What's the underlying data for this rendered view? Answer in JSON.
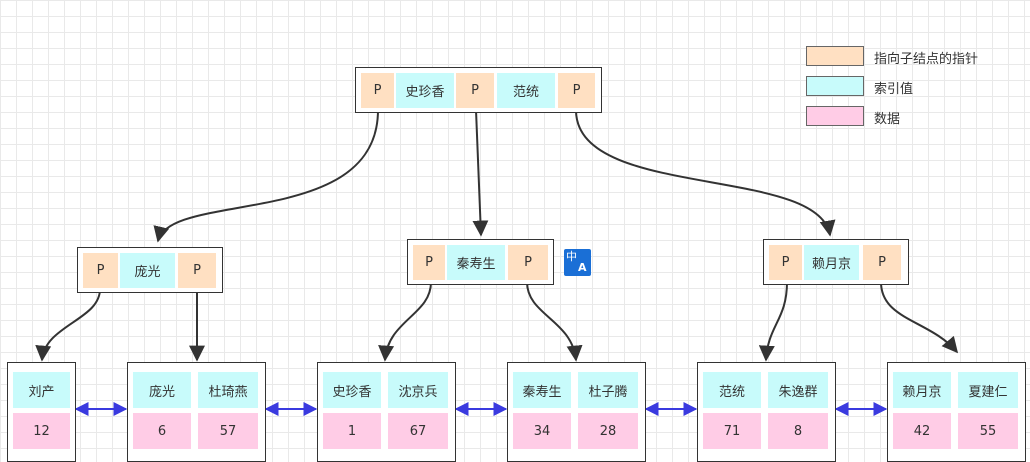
{
  "legend": {
    "pointer": {
      "label": "指向子结点的指针",
      "color": "#ffe0c2"
    },
    "index": {
      "label": "索引值",
      "color": "#c8fbfb"
    },
    "data": {
      "label": "数据",
      "color": "#ffcce6"
    }
  },
  "root": {
    "p1": "P",
    "k1": "史珍香",
    "p2": "P",
    "k2": "范统",
    "p3": "P"
  },
  "internal": [
    {
      "p1": "P",
      "key": "庞光",
      "p2": "P"
    },
    {
      "p1": "P",
      "key": "秦寿生",
      "p2": "P"
    },
    {
      "p1": "P",
      "key": "赖月京",
      "p2": "P"
    }
  ],
  "leaves": [
    {
      "keys": [
        "刘产"
      ],
      "values": [
        "12"
      ]
    },
    {
      "keys": [
        "庞光",
        "杜琦燕"
      ],
      "values": [
        "6",
        "57"
      ]
    },
    {
      "keys": [
        "史珍香",
        "沈京兵"
      ],
      "values": [
        "1",
        "67"
      ]
    },
    {
      "keys": [
        "秦寿生",
        "杜子腾"
      ],
      "values": [
        "34",
        "28"
      ]
    },
    {
      "keys": [
        "范统",
        "朱逸群"
      ],
      "values": [
        "71",
        "8"
      ]
    },
    {
      "keys": [
        "赖月京",
        "夏建仁"
      ],
      "values": [
        "42",
        "55"
      ]
    }
  ],
  "translate_icon": {
    "top": "中",
    "bottom": "A"
  }
}
